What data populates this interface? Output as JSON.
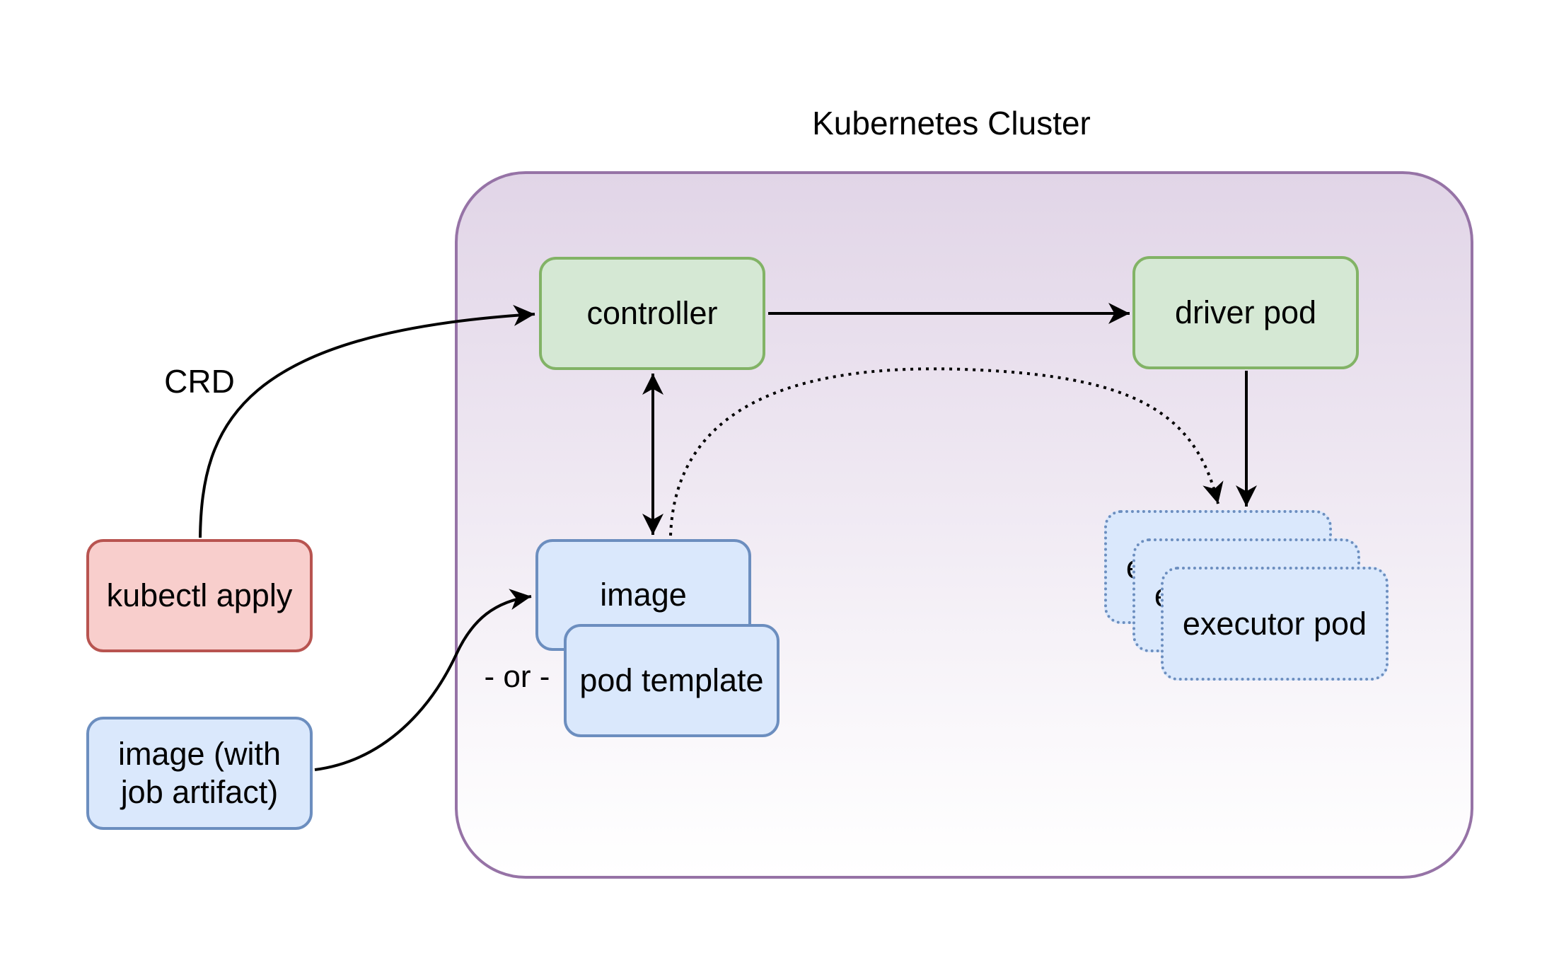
{
  "title": "Kubernetes Cluster",
  "diagram_type": "architecture-flow",
  "nodes": {
    "controller": {
      "label": "controller",
      "fill": "#d5e8d4",
      "border": "#82b366"
    },
    "driver_pod": {
      "label": "driver pod",
      "fill": "#d5e8d4",
      "border": "#82b366"
    },
    "kubectl_apply": {
      "label": "kubectl apply",
      "fill": "#f8cecc",
      "border": "#b85450"
    },
    "image_artifact": {
      "label": "image (with job artifact)",
      "lines": [
        "image (with",
        "job artifact)"
      ],
      "fill": "#dae8fc",
      "border": "#6c8ebf"
    },
    "image": {
      "label": "image",
      "fill": "#dae8fc",
      "border": "#6c8ebf"
    },
    "pod_template": {
      "label": "pod template",
      "fill": "#dae8fc",
      "border": "#6c8ebf"
    },
    "executor_pod": {
      "label": "executor pod",
      "count": 3,
      "fill": "#dae8fc",
      "border": "#6c8ebf",
      "border_style": "dotted"
    }
  },
  "edge_labels": {
    "crd": "CRD",
    "or": "- or -"
  },
  "edges": [
    {
      "from": "kubectl_apply",
      "to": "controller",
      "label": "CRD",
      "style": "solid-curve",
      "arrow": "end"
    },
    {
      "from": "controller",
      "to": "driver_pod",
      "style": "solid",
      "arrow": "end"
    },
    {
      "from": "controller",
      "to": "image",
      "style": "solid",
      "arrow": "both"
    },
    {
      "from": "driver_pod",
      "to": "executor_pod",
      "style": "solid",
      "arrow": "end"
    },
    {
      "from": "image",
      "to": "executor_pod",
      "style": "dotted-curve",
      "arrow": "end"
    },
    {
      "from": "image_artifact",
      "to": "image",
      "style": "solid-curve",
      "arrow": "end"
    }
  ],
  "colors": {
    "cluster_border": "#9673a6",
    "cluster_gradient_top": "#e1d5e7",
    "cluster_gradient_bottom": "#ffffff",
    "edge_stroke": "#000000",
    "text": "#000000",
    "page_background": "#ffffff"
  }
}
